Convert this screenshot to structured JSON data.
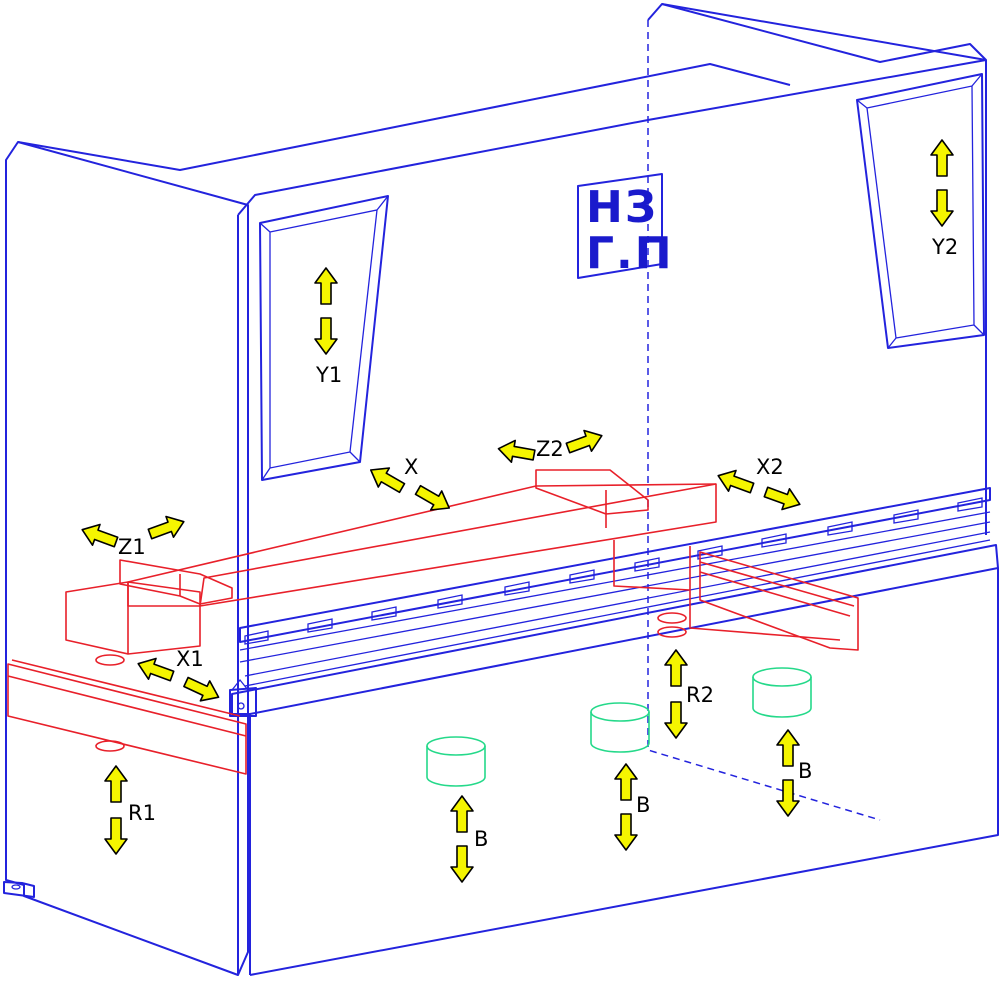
{
  "colors": {
    "frame": "#2323dd",
    "tooling": "#e8202a",
    "cylinder": "#25d98a",
    "arrow_fill": "#f5f500"
  },
  "logo": {
    "line1": "НЗ",
    "line2": "Г.П"
  },
  "axes": {
    "y1": "Y1",
    "y2": "Y2",
    "x": "X",
    "x1": "X1",
    "x2": "X2",
    "z1": "Z1",
    "z2": "Z2",
    "r1": "R1",
    "r2": "R2",
    "b1": "B",
    "b2": "B",
    "b3": "B"
  }
}
